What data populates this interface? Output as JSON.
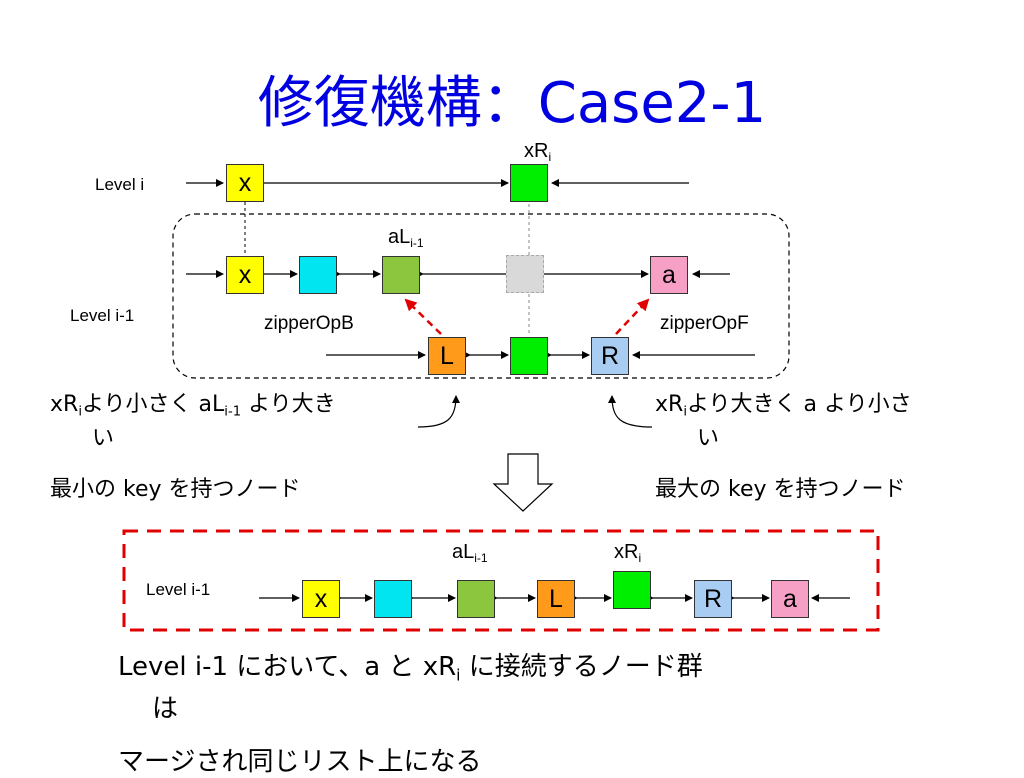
{
  "title": "修復機構：Case2-1",
  "colors": {
    "title": "#0000e0",
    "yellow": "#ffff00",
    "cyan": "#00e5f0",
    "green": "#00ee00",
    "olive": "#8cc63f",
    "orange": "#ff9a1a",
    "blue": "#a9cdf2",
    "pink": "#f7a0c6",
    "ghost": "#d9d9d9",
    "arrow_red": "#e00000"
  },
  "levels": {
    "level_i": "Level i",
    "level_i1_top": "Level i-1",
    "level_i1_bottom": "Level i-1"
  },
  "nodes": {
    "x": "x",
    "a": "a",
    "L": "L",
    "R": "R"
  },
  "labels": {
    "xR_base": "xR",
    "xR_sub": "i",
    "aL_base": "aL",
    "aL_sub": "i-1",
    "zipperOpB": "zipperOpB",
    "zipperOpF": "zipperOpF"
  },
  "notes": {
    "left_1_a": "xR",
    "left_1_sub": "i",
    "left_1_b": "より小さく aL",
    "left_1_sub2": "i-1",
    "left_1_c": " より大き",
    "left_2": "い",
    "left_3": "最小の key を持つノード",
    "right_1_a": "xR",
    "right_1_sub": "i",
    "right_1_b": "より大きく a より小さ",
    "right_2": "い",
    "right_3": "最大の key を持つノード"
  },
  "bottom": {
    "line1_a": "Level i-1 において、a と xR",
    "line1_sub": "i",
    "line1_b": " に接続するノード群",
    "line2": "は",
    "line3": "マージされ同じリスト上になる"
  }
}
